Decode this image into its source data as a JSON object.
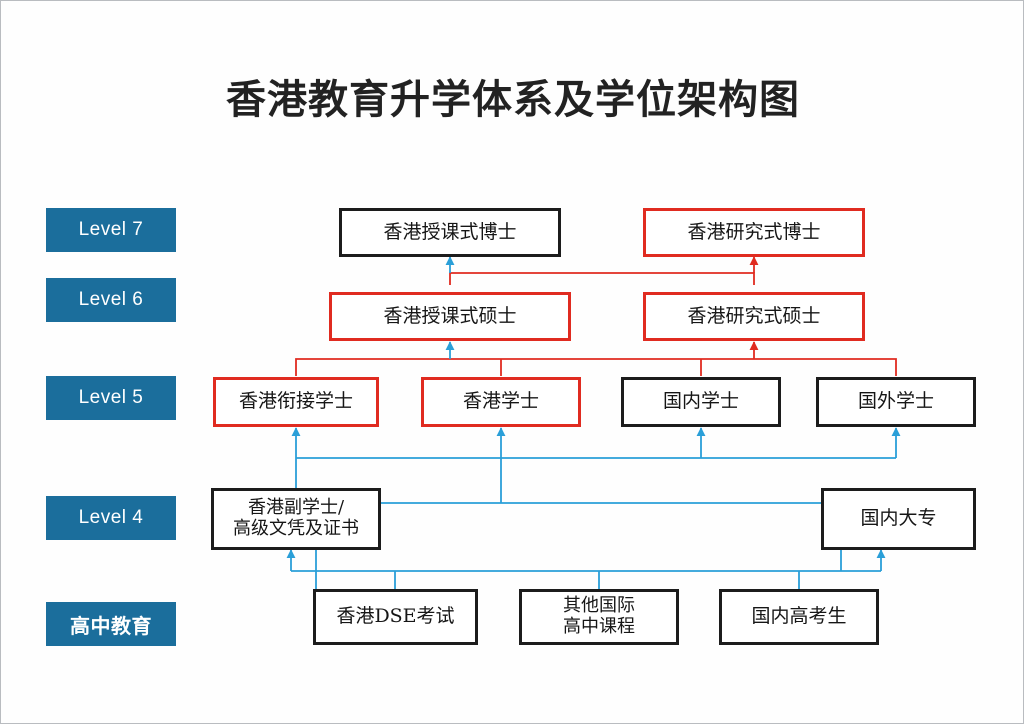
{
  "page": {
    "title": "香港教育升学体系及学位架构图",
    "background": "#fefefe",
    "accent_blue": "#1b6e9c",
    "arrow_blue": "#2a9fd8",
    "accent_red": "#e02b20",
    "box_black": "#1c1c1c"
  },
  "levels": [
    {
      "id": "level-7",
      "label": "Level 7"
    },
    {
      "id": "level-6",
      "label": "Level 6"
    },
    {
      "id": "level-5",
      "label": "Level 5"
    },
    {
      "id": "level-4",
      "label": "Level 4"
    },
    {
      "id": "senior-secondary",
      "label": "高中教育"
    }
  ],
  "nodes": {
    "taught_doctorate": {
      "label": "香港授课式博士",
      "border": "black",
      "level": "Level 7"
    },
    "research_doctorate": {
      "label": "香港研究式博士",
      "border": "red",
      "level": "Level 7"
    },
    "taught_master": {
      "label": "香港授课式硕士",
      "border": "red",
      "level": "Level 6"
    },
    "research_master": {
      "label": "香港研究式硕士",
      "border": "red",
      "level": "Level 6"
    },
    "articulation_bachelor": {
      "label": "香港衔接学士",
      "border": "red",
      "level": "Level 5"
    },
    "hk_bachelor": {
      "label": "香港学士",
      "border": "red",
      "level": "Level 5"
    },
    "mainland_bachelor": {
      "label": "国内学士",
      "border": "black",
      "level": "Level 5"
    },
    "overseas_bachelor": {
      "label": "国外学士",
      "border": "black",
      "level": "Level 5"
    },
    "sub_degree": {
      "label": "香港副学士/\n高级文凭及证书",
      "border": "black",
      "level": "Level 4"
    },
    "mainland_college": {
      "label": "国内大专",
      "border": "black",
      "level": "Level 4"
    },
    "hk_dse": {
      "label": "香港DSE考试",
      "border": "black",
      "level": "高中教育"
    },
    "intl_curriculum": {
      "label": "其他国际\n高中课程",
      "border": "black",
      "level": "高中教育"
    },
    "mainland_gaokao": {
      "label": "国内高考生",
      "border": "black",
      "level": "高中教育"
    }
  },
  "edges": [
    {
      "from": "taught_master",
      "to": "taught_doctorate",
      "color": "#2a9fd8"
    },
    {
      "from": "research_master",
      "to": "research_doctorate",
      "color": "#e02b20"
    },
    {
      "from": "level5-bus",
      "to": "taught_master",
      "color": "#2a9fd8"
    },
    {
      "from": "level5-bus",
      "to": "research_master",
      "color": "#e02b20"
    },
    {
      "from": "articulation_bachelor",
      "to": "level5-bus",
      "color": "#e02b20"
    },
    {
      "from": "hk_bachelor",
      "to": "level5-bus",
      "color": "#e02b20"
    },
    {
      "from": "mainland_bachelor",
      "to": "level5-bus",
      "color": "#e02b20"
    },
    {
      "from": "overseas_bachelor",
      "to": "level5-bus",
      "color": "#e02b20"
    },
    {
      "from": "level4-bus",
      "to": "articulation_bachelor",
      "color": "#2a9fd8"
    },
    {
      "from": "level4-bus",
      "to": "hk_bachelor",
      "color": "#2a9fd8"
    },
    {
      "from": "level4-bus",
      "to": "mainland_bachelor",
      "color": "#2a9fd8"
    },
    {
      "from": "level4-bus",
      "to": "overseas_bachelor",
      "color": "#2a9fd8"
    },
    {
      "from": "sub_degree",
      "to": "level4-bus",
      "color": "#2a9fd8"
    },
    {
      "from": "mainland_college",
      "to": "level4-bus",
      "color": "#2a9fd8"
    },
    {
      "from": "hk_dse",
      "to": "sub_degree",
      "color": "#2a9fd8"
    },
    {
      "from": "hk_dse",
      "to": "hk_bachelor",
      "color": "#2a9fd8"
    },
    {
      "from": "intl_curriculum",
      "to": "sub_degree",
      "color": "#2a9fd8"
    },
    {
      "from": "mainland_gaokao",
      "to": "mainland_college",
      "color": "#2a9fd8"
    }
  ]
}
